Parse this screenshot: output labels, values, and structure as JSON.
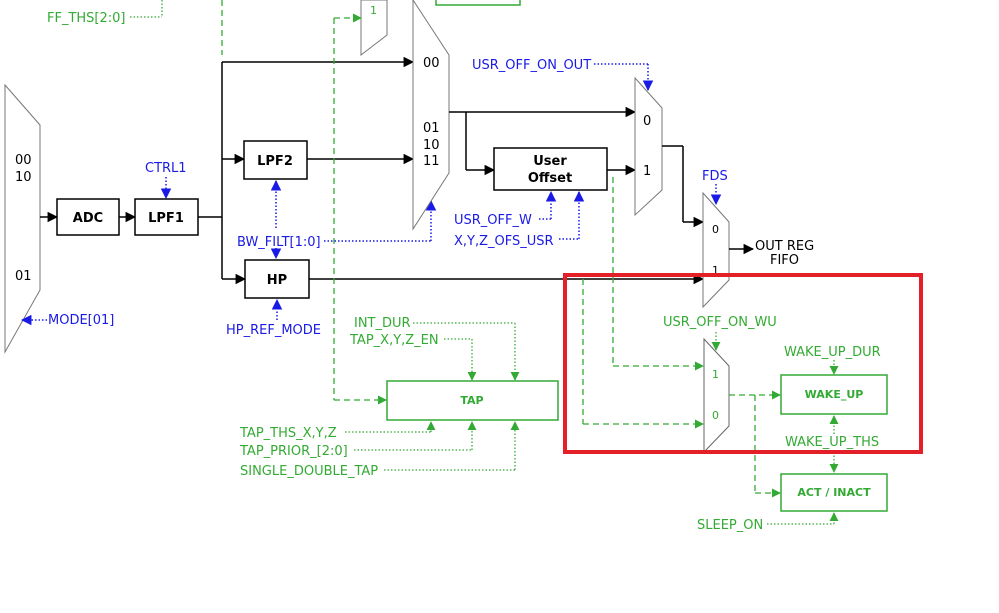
{
  "blocks": {
    "adc": "ADC",
    "lpf1": "LPF1",
    "lpf2": "LPF2",
    "hp": "HP",
    "user_offset": [
      "User",
      "Offset"
    ],
    "tap": "TAP",
    "wake_up": "WAKE_UP",
    "act_inact": "ACT / INACT"
  },
  "signals": {
    "ff_ths": "FF_THS[2:0]",
    "ctrl1": "CTRL1",
    "mode": "MODE[01]",
    "bw_filt": "BW_FILT[1:0]",
    "hp_ref_mode": "HP_REF_MODE",
    "usr_off_on_out": "USR_OFF_ON_OUT",
    "usr_off_w": "USR_OFF_W",
    "xyz_ofs_usr": "X,Y,Z_OFS_USR",
    "fds": "FDS",
    "usr_off_on_wu": "USR_OFF_ON_WU",
    "wake_up_dur": "WAKE_UP_DUR",
    "wake_up_ths": "WAKE_UP_THS",
    "sleep_on": "SLEEP_ON",
    "int_dur": "INT_DUR",
    "tap_xyz_en": "TAP_X,Y,Z_EN",
    "tap_ths_xyz": "TAP_THS_X,Y,Z",
    "tap_prior": "TAP_PRIOR_[2:0]",
    "single_double_tap": "SINGLE_DOUBLE_TAP"
  },
  "outputs": {
    "out_reg": "OUT REG",
    "fifo": "FIFO"
  },
  "mux_ports": {
    "mode_mux": [
      "00",
      "10",
      "01"
    ],
    "main_mux": [
      "00",
      "01",
      "10",
      "11"
    ],
    "top_mux": [
      "1"
    ],
    "out_mux": [
      "0",
      "1"
    ],
    "fds_mux": [
      "0",
      "1"
    ],
    "wu_mux": [
      "1",
      "0"
    ]
  },
  "highlight_color": "#e32028",
  "colors": {
    "config_signal": "#1a1ae6",
    "event_path": "#33aa33",
    "data_path": "#000000"
  }
}
